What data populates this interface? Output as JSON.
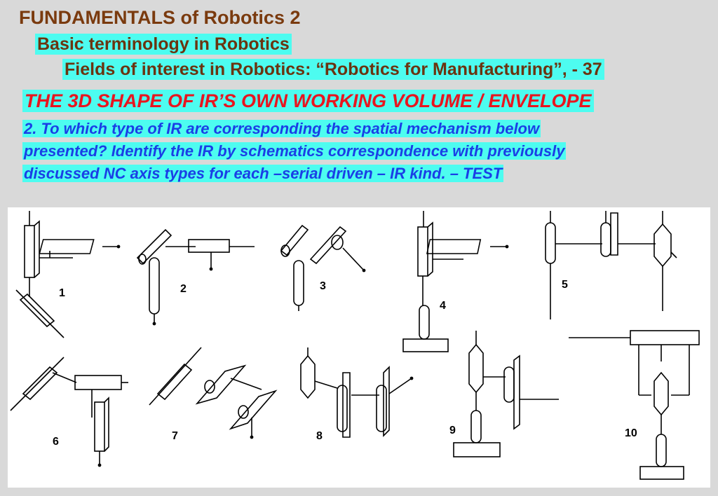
{
  "header": {
    "title": "FUNDAMENTALS of Robotics 2",
    "subtitle1": "Basic terminology in Robotics",
    "subtitle2": "Fields of interest in Robotics: “Robotics for Manufacturing”, - 37"
  },
  "section": {
    "heading": "THE 3D SHAPE OF IR’S OWN WORKING VOLUME / ENVELOPE",
    "question_lines": [
      "2. To which type of IR are corresponding the spatial mechanism below",
      "presented? Identify the IR by schematics correspondence with previously",
      "discussed NC axis types for each –serial driven – IR kind. – TEST"
    ]
  },
  "figure": {
    "labels": [
      "1",
      "2",
      "3",
      "4",
      "5",
      "6",
      "7",
      "8",
      "9",
      "10"
    ]
  },
  "colors": {
    "background": "#d9d9d9",
    "highlight": "#4dfcf0",
    "title": "#7a3a0e",
    "heading": "#e8151f",
    "question": "#1a3fe6"
  }
}
